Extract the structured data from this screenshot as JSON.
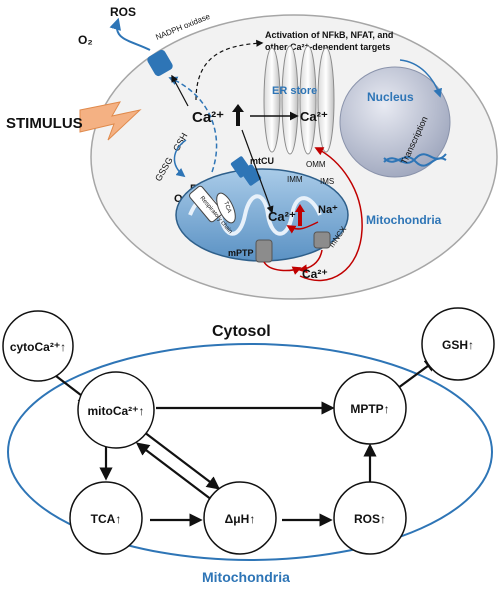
{
  "top": {
    "ros_top": "ROS",
    "o2_top": "O₂",
    "nadph": "NADPH oxidase",
    "activation_line1": "Activation of NFkB, NFAT, and",
    "activation_line2": "other Ca²⁺-dependent targets",
    "er_store": "ER store",
    "nucleus": "Nucleus",
    "transcription": "Transcription",
    "stimulus": "STIMULUS",
    "ca_cyto": "Ca²⁺",
    "ca_er": "Ca²⁺",
    "gsh": "GSH",
    "gssg": "GSSG",
    "o2_mid": "O₂",
    "ros_mid": "ROS",
    "mtcu": "mtCU",
    "omm": "OMM",
    "imm": "IMM",
    "ims": "IMS",
    "respiratory_chain": "Respiratory chain",
    "tca": "TCA",
    "ca_mito": "Ca²⁺",
    "na": "Na⁺",
    "mncx": "mNCX",
    "mptp": "mPTP",
    "ca_out": "Ca²⁺",
    "mitochondria": "Mitochondria"
  },
  "bottom": {
    "cytosol": "Cytosol",
    "mitochondria": "Mitochondria",
    "nodes": {
      "cytoca": "cytoCa²⁺",
      "mitoca": "mitoCa²⁺",
      "mptp": "MPTP",
      "gsh": "GSH",
      "tca": "TCA",
      "dmuh": "ΔμH",
      "ros": "ROS"
    },
    "up_arrow": "↑"
  }
}
